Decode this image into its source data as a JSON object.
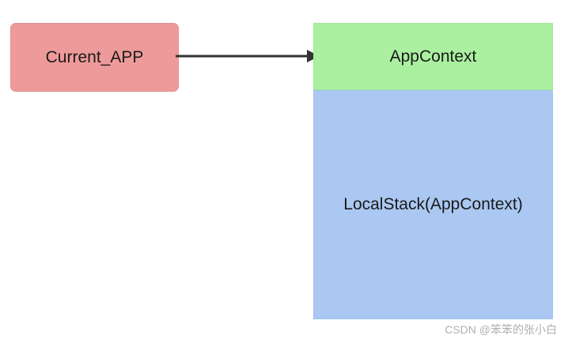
{
  "diagram": {
    "type": "block-diagram",
    "nodes": [
      {
        "id": "current-app",
        "label": "Current_APP",
        "color": "#ef9a9a"
      },
      {
        "id": "appcontext",
        "label": "AppContext",
        "color": "#aaf0a0"
      },
      {
        "id": "localstack",
        "label": "LocalStack(AppContext)",
        "color": "#aac8f2"
      }
    ],
    "edges": [
      {
        "from": "current-app",
        "to": "appcontext",
        "label": "",
        "style": "solid-arrow",
        "color": "#333333"
      }
    ]
  },
  "watermark": {
    "text": "CSDN @笨笨的张小白"
  }
}
